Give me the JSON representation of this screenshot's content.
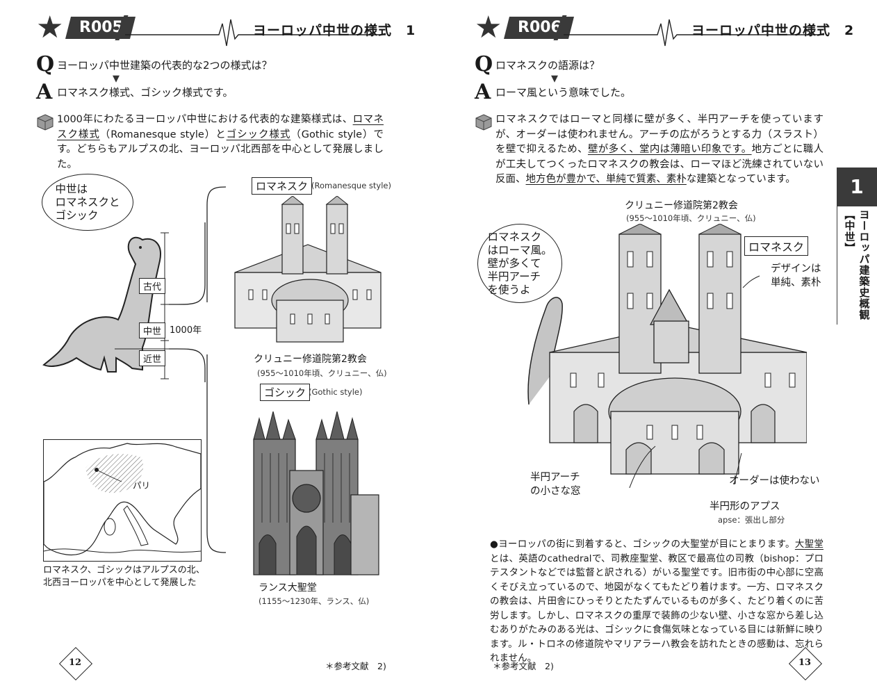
{
  "left": {
    "code": "R005",
    "title": "ヨーロッパ中世の様式　1",
    "q_letter": "Q",
    "question": "ヨーロッパ中世建築の代表的な2つの様式は？",
    "a_letter": "A",
    "answer": "ロマネスク様式、ゴシック様式です。",
    "body": {
      "p1": "1000年にわたるヨーロッパ中世における代表的な建築様式は、",
      "u1": "ロマネスク様式",
      "p2": "（Romanesque style）と",
      "u2": "ゴシック様式",
      "p3": "（Gothic style）です。どちらもアルプスの北、ヨーロッパ北西部を中心として発展しました。"
    },
    "bubble": "中世は\nロマネスクと\nゴシック",
    "timeline": {
      "ancient": "古代",
      "medieval": "中世",
      "modern": "近世",
      "span": "1000年"
    },
    "romanesque": {
      "label": "ロマネスク",
      "en": "(Romanesque style)",
      "caption": "クリュニー修道院第2教会",
      "sub": "(955～1010年頃、クリュニー、仏)"
    },
    "gothic": {
      "label": "ゴシック",
      "en": "(Gothic style)",
      "caption": "ランス大聖堂",
      "sub": "(1155～1230年、ランス、仏)"
    },
    "map": {
      "paris": "パリ",
      "caption": "ロマネスク、ゴシックはアルプスの北、\n北西ヨーロッパを中心として発展した"
    },
    "page_number": "12",
    "footnote": "＊参考文献　2)"
  },
  "right": {
    "code": "R006",
    "title": "ヨーロッパ中世の様式　2",
    "q_letter": "Q",
    "question": "ロマネスクの語源は？",
    "a_letter": "A",
    "answer": "ローマ風という意味でした。",
    "body": {
      "p1": "ロマネスクではローマと同様に壁が多く、半円アーチを使っていますが、オーダーは使われません。アーチの広がろうとする力（スラスト）を壁で抑えるため、",
      "u1": "壁が多く、堂内は薄暗い印象です。",
      "p2": "地方ごとに職人が工夫してつくったロマネスクの教会は、ローマほど洗練されていない反面、",
      "u2": "地方色が豊かで、単純で質素、素朴",
      "p3": "な建築となっています。"
    },
    "church": {
      "caption": "クリュニー修道院第2教会",
      "sub": "(955～1010年頃、クリュニー、仏)",
      "label": "ロマネスク"
    },
    "bubble": "ロマネスク\nはローマ風。\n壁が多くて\n半円アーチ\nを使うよ",
    "annotations": {
      "design": "デザインは\n単純、素朴",
      "window": "半円アーチ\nの小さな窓",
      "order": "オーダーは使わない",
      "apse": "半円形のアプス",
      "apse_note": "apse：張出し部分"
    },
    "note": {
      "n1": "ヨーロッパの街に到着すると、ゴシックの大聖堂が目にとまります。",
      "u1": "大聖堂",
      "n2": "とは、英語のcathedralで、司教座聖堂、教区で最高位の司教（bishop：プロテスタントなどでは監督と訳される）がいる聖堂です。旧市街の中心部に空高くそびえ立っているので、地図がなくてもたどり着けます。一方、ロマネスクの教会は、片田舎にひっそりとたたずんでいるものが多く、たどり着くのに苦労します。しかし、ロマネスクの重厚で装飾の少ない壁、小さな窓から差し込むありがたみのある光は、ゴシックに食傷気味となっている目には新鮮に映ります。ル・トロネの修道院やマリアラーハ教会を訪れたときの感動は、忘れられません。"
    },
    "chapter_number": "1",
    "chapter_title": "ヨーロッパ建築史概観【中世】",
    "page_number": "13",
    "footnote": "＊参考文献　2)"
  }
}
